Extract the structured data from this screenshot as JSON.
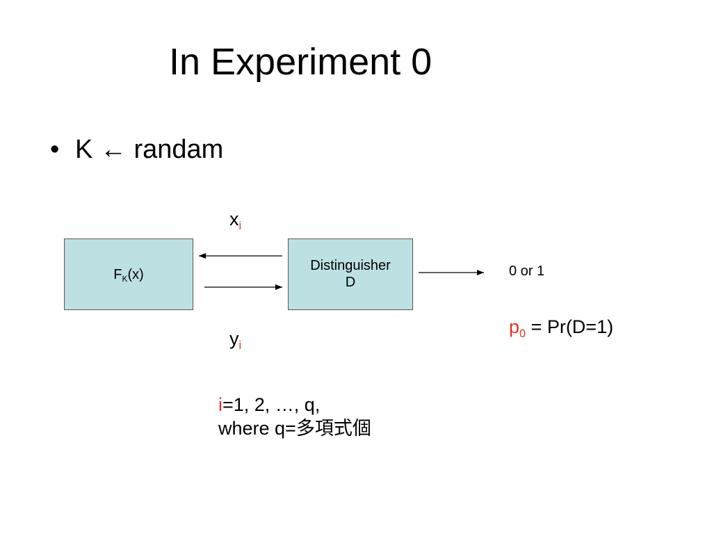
{
  "slide": {
    "title": "In Experiment 0",
    "bullet": {
      "marker": "•",
      "text": "K ← randam"
    }
  },
  "diagram": {
    "box_fk": {
      "main": "F",
      "sub": "K",
      "suffix": "(x)"
    },
    "box_distinguisher": {
      "line1": "Distinguisher",
      "line2": "D"
    },
    "label_x": {
      "main": "x",
      "sub": "i"
    },
    "label_y": {
      "main": "y",
      "sub": "i"
    },
    "output": "0 or 1",
    "probability": {
      "main": "p",
      "sub": "0",
      "rest": " = Pr(D=1)"
    },
    "note": {
      "var": "i",
      "line1_rest": "=1, 2, …, q,",
      "line2": "where q=多項式個"
    }
  },
  "colors": {
    "box_fill": "#bde0e2",
    "accent_red": "#e53222"
  }
}
